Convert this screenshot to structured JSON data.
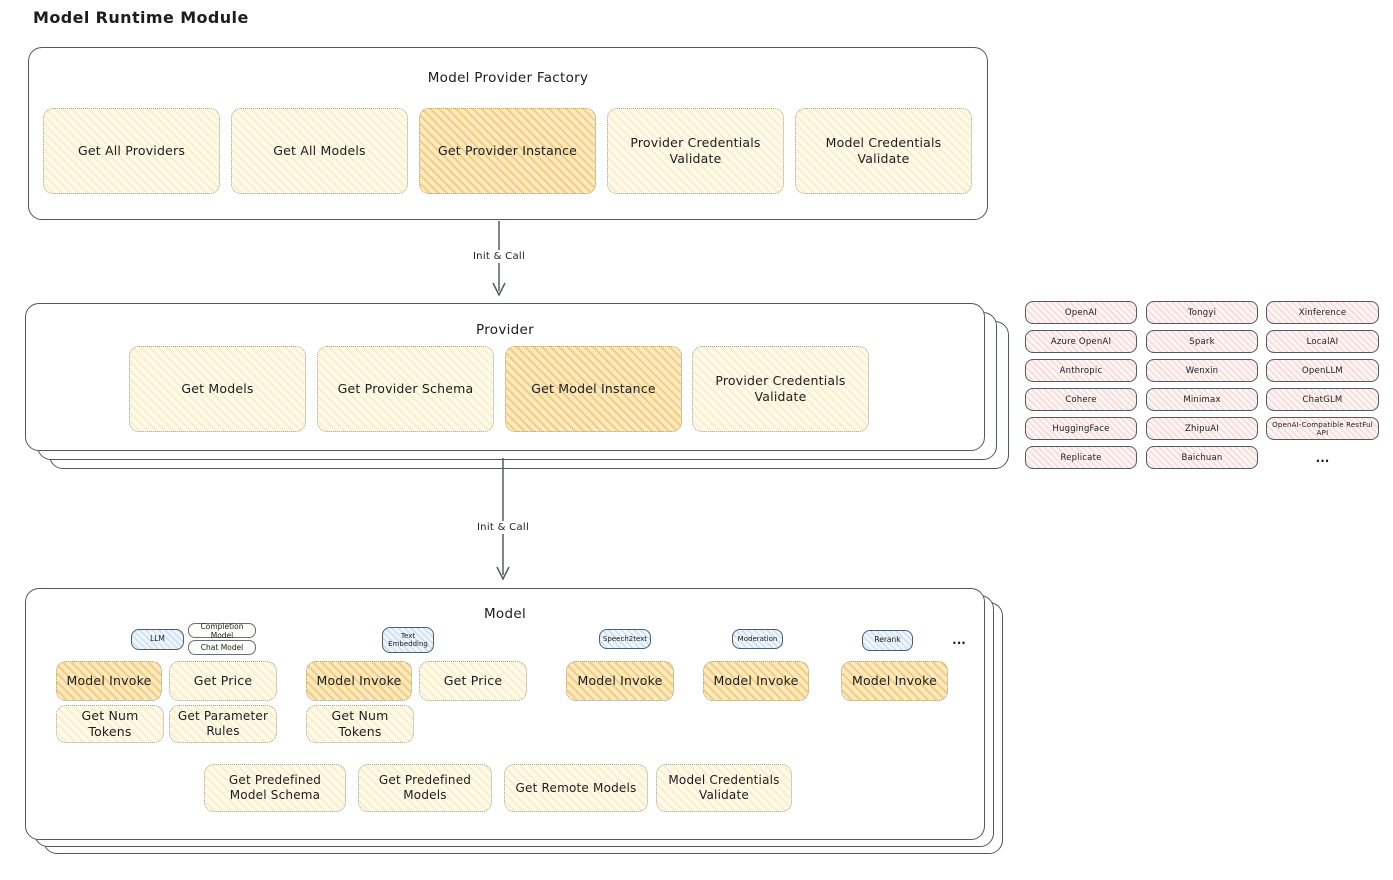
{
  "title": "Model Runtime Module",
  "arrow_label": "Init & Call",
  "factory": {
    "title": "Model Provider Factory",
    "buttons": [
      "Get All Providers",
      "Get All Models",
      "Get Provider Instance",
      "Provider Credentials Validate",
      "Model Credentials Validate"
    ]
  },
  "provider": {
    "title": "Provider",
    "buttons": [
      "Get Models",
      "Get Provider Schema",
      "Get Model Instance",
      "Provider Credentials Validate"
    ]
  },
  "providers": {
    "grid": [
      [
        "OpenAI",
        "Tongyi",
        "Xinference"
      ],
      [
        "Azure OpenAI",
        "Spark",
        "LocalAI"
      ],
      [
        "Anthropic",
        "Wenxin",
        "OpenLLM"
      ],
      [
        "Cohere",
        "Minimax",
        "ChatGLM"
      ],
      [
        "HuggingFace",
        "ZhipuAI",
        "OpenAI-Compatible RestFul API"
      ],
      [
        "Replicate",
        "Baichuan"
      ]
    ],
    "more": "..."
  },
  "model": {
    "title": "Model",
    "tags": [
      "LLM",
      "Completion Model",
      "Chat Model",
      "Text Embedding",
      "Speech2text",
      "Moderation",
      "Rerank"
    ],
    "more": "...",
    "buttons": {
      "model_invoke": "Model Invoke",
      "get_price": "Get Price",
      "get_num_tokens": "Get Num Tokens",
      "get_parameter_rules": "Get Parameter Rules",
      "get_predefined_model_schema": "Get Predefined Model Schema",
      "get_predefined_models": "Get Predefined Models",
      "get_remote_models": "Get Remote Models",
      "model_credentials_validate": "Model Credentials Validate"
    }
  },
  "colors": {
    "node_yellow": "#fefaea",
    "node_orange_highlight": "#f6dca2",
    "provider_pink": "#fdf4f4",
    "tag_blue": "#eef6fc",
    "container_border": "#54575e"
  }
}
